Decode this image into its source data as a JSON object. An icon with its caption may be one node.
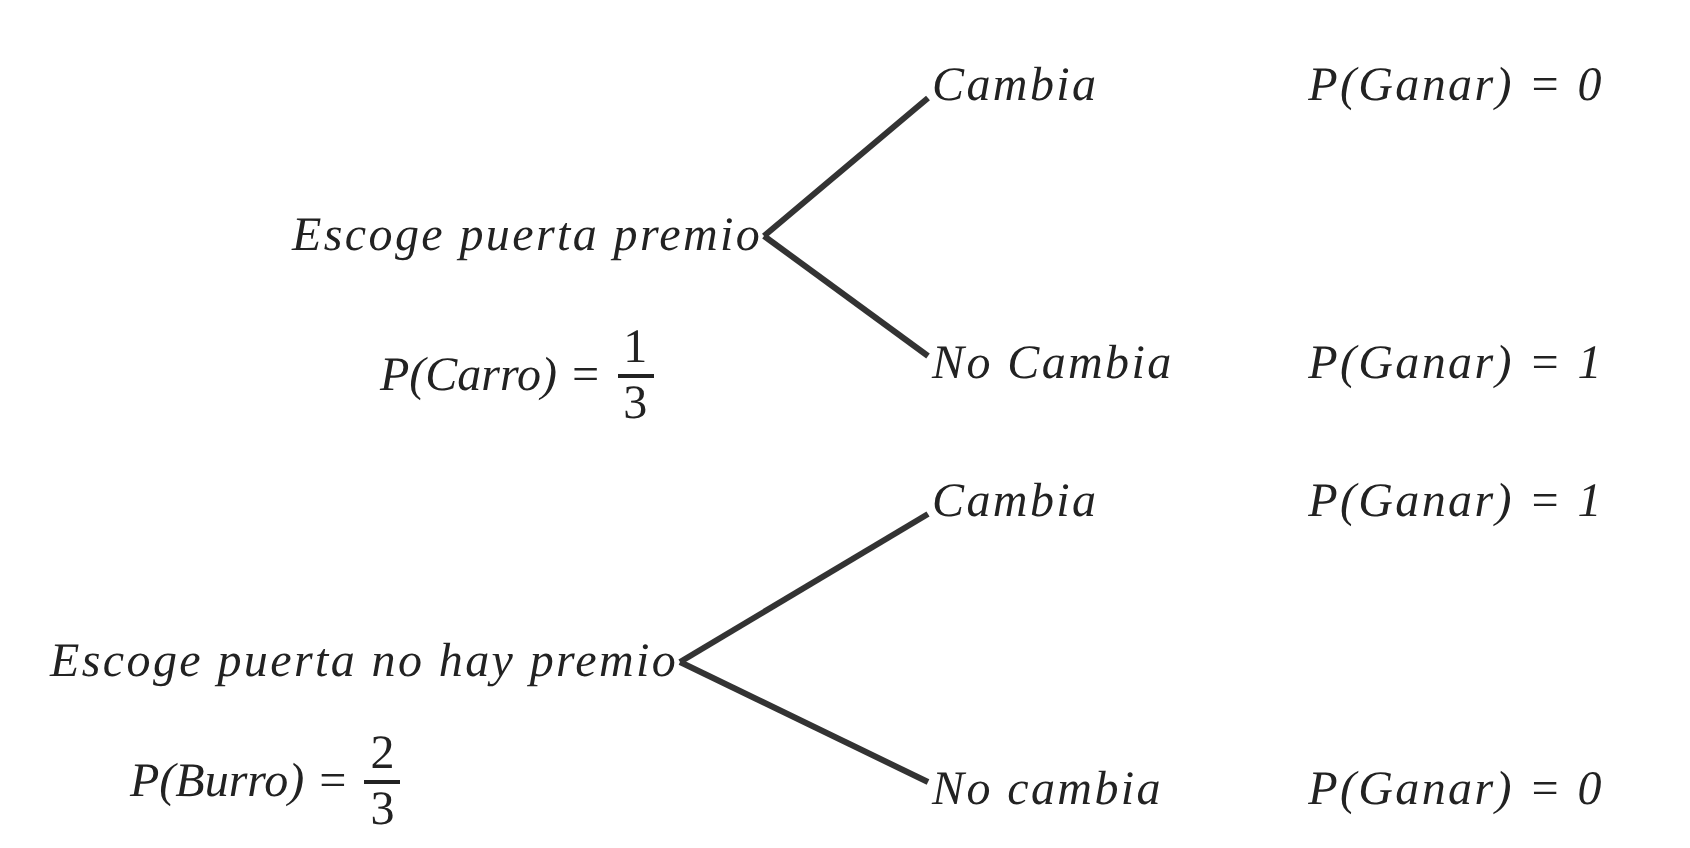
{
  "diagram": {
    "nodes": [
      {
        "text": [
          "Escoge puerta premio"
        ],
        "beside": [
          "P(Carro) =",
          "1",
          "3"
        ]
      },
      {
        "text": [
          "Cambia",
          "P(Ganar) = 0"
        ]
      },
      {
        "text": [
          "No Cambia",
          "P(Ganar) = 1"
        ]
      },
      {
        "text": [
          "Escoge puerta no hay premio"
        ],
        "beside": [
          "P(Burro) =",
          "2",
          "3"
        ]
      },
      {
        "text": [
          "Cambia",
          "P(Ganar) = 1"
        ]
      },
      {
        "text": [
          "No cambia",
          "P(Ganar) = 0"
        ]
      }
    ],
    "edges": [
      {
        "from": 0,
        "to": 1,
        "arrow": "none"
      },
      {
        "from": 0,
        "to": 2,
        "arrow": "none"
      },
      {
        "from": 3,
        "to": 4,
        "arrow": "none"
      },
      {
        "from": 3,
        "to": 5,
        "arrow": "none"
      }
    ]
  }
}
